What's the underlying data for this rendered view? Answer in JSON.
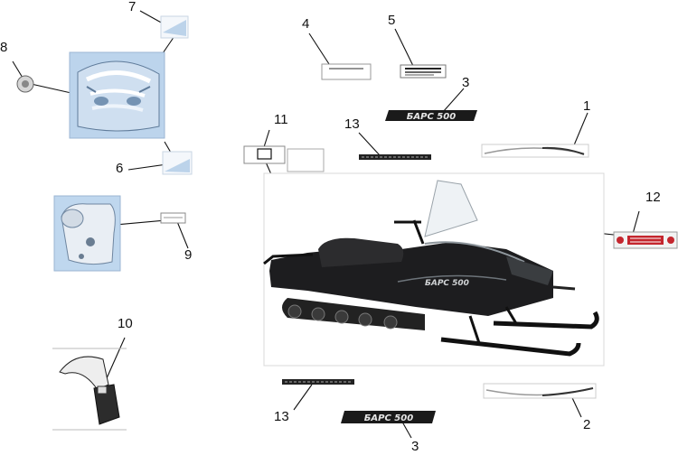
{
  "diagram": {
    "callouts": [
      {
        "id": "c1",
        "label": "1"
      },
      {
        "id": "c2",
        "label": "2"
      },
      {
        "id": "c3a",
        "label": "3"
      },
      {
        "id": "c3b",
        "label": "3"
      },
      {
        "id": "c4",
        "label": "4"
      },
      {
        "id": "c5",
        "label": "5"
      },
      {
        "id": "c6",
        "label": "6"
      },
      {
        "id": "c7",
        "label": "7"
      },
      {
        "id": "c8",
        "label": "8"
      },
      {
        "id": "c9",
        "label": "9"
      },
      {
        "id": "c10",
        "label": "10"
      },
      {
        "id": "c11",
        "label": "11"
      },
      {
        "id": "c12",
        "label": "12"
      },
      {
        "id": "c13a",
        "label": "13"
      },
      {
        "id": "c13b",
        "label": "13"
      }
    ],
    "decal_brand": "БАРС 500",
    "colors": {
      "ink": "#111111",
      "hood_blue": "#b7cfe6",
      "sled_black": "#1d1d1f",
      "warning_red": "#c4262e"
    }
  }
}
